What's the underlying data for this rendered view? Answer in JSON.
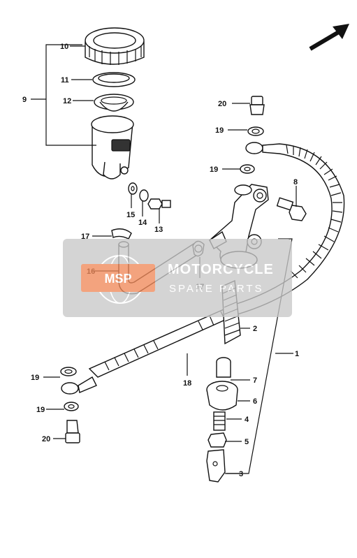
{
  "labels": {
    "l10": "10",
    "l11": "11",
    "l12": "12",
    "l9": "9",
    "l15": "15",
    "l14": "14",
    "l13": "13",
    "l17a": "17",
    "l16": "16",
    "l17b": "17",
    "l20a": "20",
    "l19a": "19",
    "l19b": "19",
    "l8": "8",
    "l2": "2",
    "l1": "1",
    "l7": "7",
    "l6": "6",
    "l4": "4",
    "l5": "5",
    "l3": "3",
    "l18": "18",
    "l19c": "19",
    "l19d": "19",
    "l20b": "20"
  },
  "watermark": {
    "logo": "MSP",
    "line1": "MOTORCYCLE",
    "line2": "SPARE PARTS"
  },
  "colors": {
    "watermark_bg": "#c8c8c8",
    "logo": "#f08a5a",
    "ink": "#111111"
  }
}
